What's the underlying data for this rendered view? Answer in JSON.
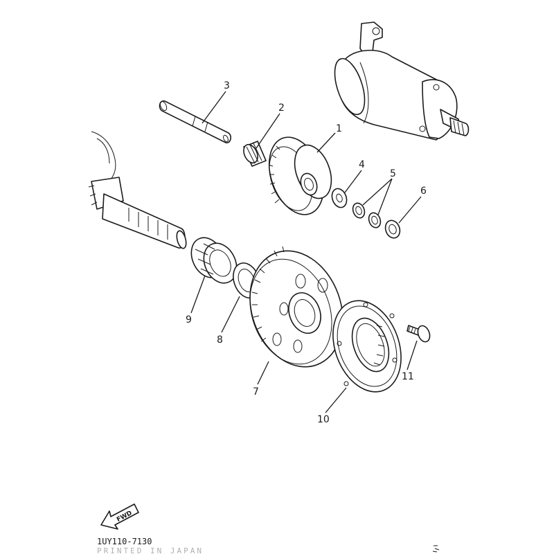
{
  "callouts": {
    "c1": "1",
    "c2": "2",
    "c3": "3",
    "c4": "4",
    "c5": "5",
    "c6": "6",
    "c7": "7",
    "c8": "8",
    "c9": "9",
    "c10": "10",
    "c11": "11"
  },
  "fwd_label": "FWD",
  "figure_code": "1UY110-7130",
  "footer_stamp": "PRINTED IN JAPAN"
}
